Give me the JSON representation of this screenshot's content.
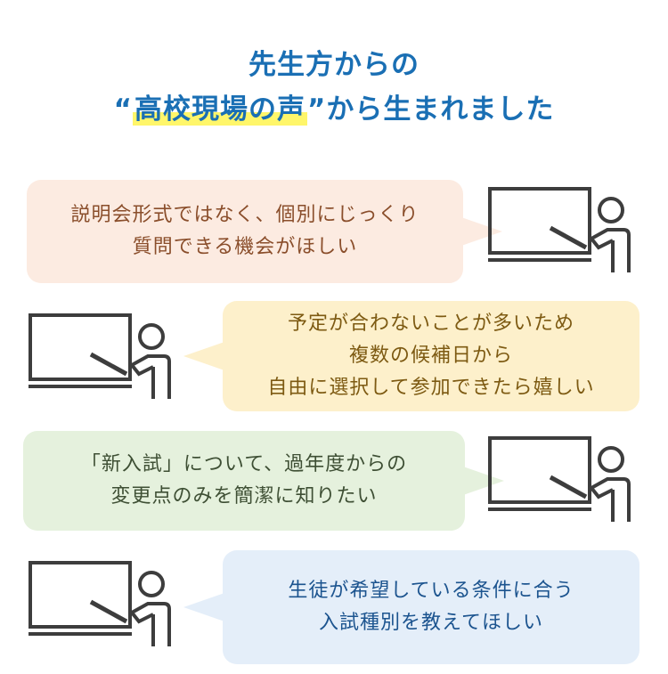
{
  "header": {
    "line1": "先生方からの",
    "open_quote": "“",
    "highlight": "高校現場の声",
    "close_quote": "”",
    "suffix": "から生まれました"
  },
  "bubbles": [
    {
      "lines": [
        "説明会形式ではなく、個別にじっくり",
        "質問できる機会がほしい"
      ]
    },
    {
      "lines": [
        "予定が合わないことが多いため",
        "複数の候補日から",
        "自由に選択して参加できたら嬉しい"
      ]
    },
    {
      "lines": [
        "「新入試」について、過年度からの",
        "変更点のみを簡潔に知りたい"
      ]
    },
    {
      "lines": [
        "生徒が希望している条件に合う",
        "入試種別を教えてほしい"
      ]
    }
  ],
  "icons": [
    "teacher-at-whiteboard-icon",
    "teacher-at-whiteboard-icon",
    "teacher-at-whiteboard-icon",
    "teacher-at-whiteboard-icon"
  ],
  "colors": {
    "title": "#1a6fb4",
    "highlight": "#fff66a",
    "bubble1_bg": "#fcebe1",
    "bubble2_bg": "#fdf0cb",
    "bubble3_bg": "#e5f1dd",
    "bubble4_bg": "#e4eef9",
    "icon_stroke": "#3d3d3d"
  }
}
